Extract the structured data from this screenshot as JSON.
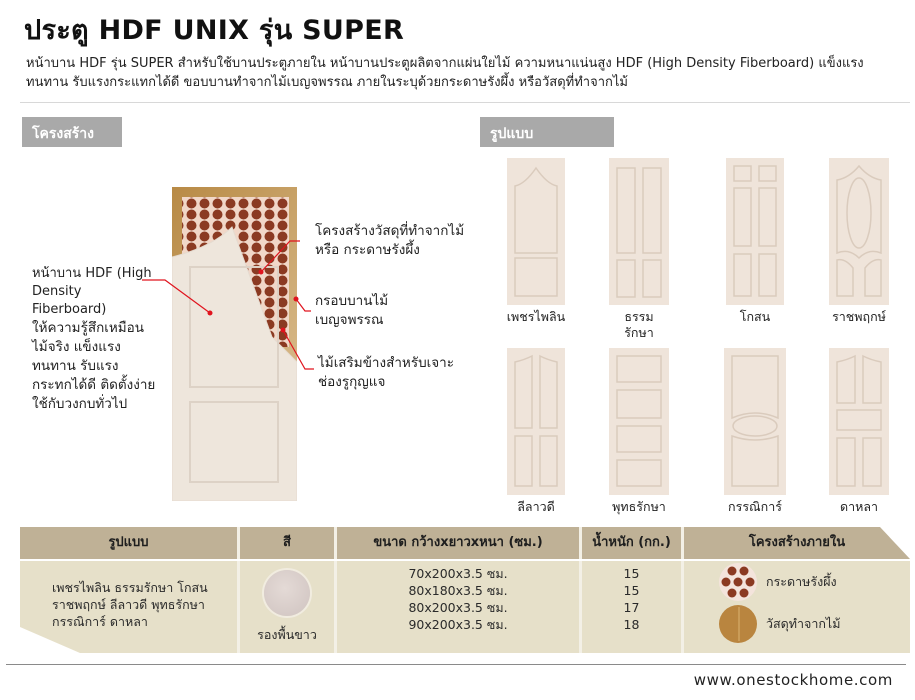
{
  "header": {
    "title": "ประตู HDF UNIX รุ่น SUPER",
    "intro": "หน้าบาน HDF รุ่น SUPER สำหรับใช้บานประตูภายใน หน้าบานประตูผลิตจากแผ่นใยไม้ ความหนาแน่นสูง HDF (High Density Fiberboard) แข็งแรง ทนทาน รับแรงกระแทกได้ดี ขอบบานทำจากไม้เบญจพรรณ ภายในระบุด้วยกระดาษรังผึ้ง หรือวัสดุที่ทำจากไม้"
  },
  "structure": {
    "section_label": "โครงสร้าง",
    "left_callout": {
      "en": "หน้าบาน HDF (High Density Fiberboard)",
      "th": "ให้ความรู้สึกเหมือนไม้จริง แข็งแรง ทนทาน รับแรงกระทกได้ดี ติดตั้งง่าย ใช้กับวงกบทั่วไป"
    },
    "callouts": [
      "โครงสร้างวัสดุที่ทำจากไม้ หรือ กระดาษรังผึ้ง",
      "กรอบบานไม้เบญจพรรณ",
      "ไม้เสริมข้างสำหรับเจาะช่องรูกุญแจ"
    ],
    "colors": {
      "honeycomb": "#8b3a22",
      "frame": "#c9a66b",
      "door_skin": "#eee6dc",
      "leader": "#e0141e"
    }
  },
  "styles": {
    "section_label": "รูปแบบ",
    "items": [
      {
        "name": "เพชรไพลิน",
        "pattern": "arch-2panel"
      },
      {
        "name": "ธรรม รักษา",
        "pattern": "4panel"
      },
      {
        "name": "โกสน",
        "pattern": "6panel"
      },
      {
        "name": "ราชพฤกษ์",
        "pattern": "oval-arch"
      },
      {
        "name": "ลีลาวดี",
        "pattern": "arch-4panel"
      },
      {
        "name": "พุทธรักษา",
        "pattern": "4horizontal"
      },
      {
        "name": "กรรณิการ์",
        "pattern": "oval-middle"
      },
      {
        "name": "ดาหลา",
        "pattern": "arch-5panel"
      }
    ]
  },
  "spec_table": {
    "headers": [
      "รูปแบบ",
      "สี",
      "ขนาด กว้างxยาวxหนา (ซม.)",
      "น้ำหนัก (กก.)",
      "โครงสร้างภายใน"
    ],
    "models": "เพชรไพลิน ธรรมรักษา โกสน ราชพฤกษ์ ลีลาวดี พุทธรักษา กรรณิการ์ ดาหลา",
    "models_lines": [
      "เพชรไพลิน ธรรมรักษา โกสน",
      "ราชพฤกษ์ ลีลาวดี พุทธรักษา",
      "กรรณิการ์ ดาหลา"
    ],
    "color": "รองพื้นขาว",
    "sizes": [
      "70x200x3.5 ซม.",
      "80x180x3.5 ซม.",
      "80x200x3.5 ซม.",
      "90x200x3.5 ซม."
    ],
    "weights": [
      "15",
      "15",
      "17",
      "18"
    ],
    "structures": [
      "กระดาษรังผึ้ง",
      "วัสดุทำจากไม้"
    ],
    "colors": {
      "header_bg": "#bfb196",
      "body_bg": "#e6e0c9",
      "divider": "#f3f0e6"
    }
  },
  "footer": {
    "website": "www.onestockhome.com"
  }
}
